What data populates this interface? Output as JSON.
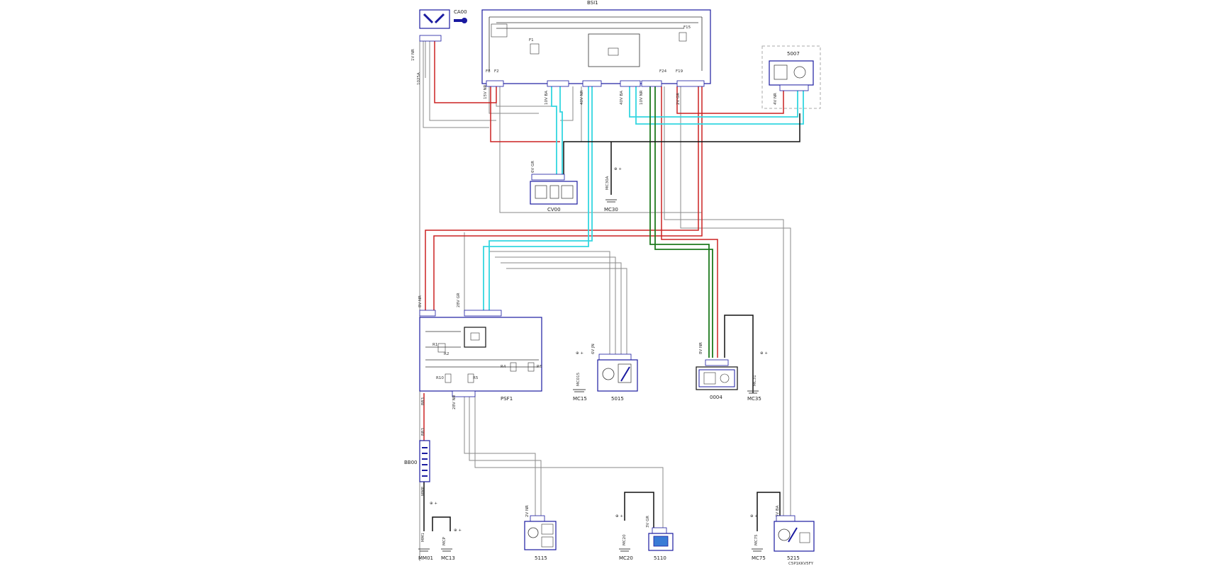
{
  "colors": {
    "frame": "#1a1aa0",
    "wire_gray": "#8a8a8a",
    "wire_red": "#cc2222",
    "wire_cyan": "#33d6e0",
    "wire_green": "#1f7a1f",
    "wire_black": "#111111"
  },
  "components": {
    "bsi": "BSI1",
    "cab": "CA00",
    "c5007": "5007",
    "cv00": "CV00",
    "mc30": "MC30",
    "psf1": "PSF1",
    "c5015": "5015",
    "mc15": "MC15",
    "c0004": "0004",
    "mc35": "MC35",
    "bb00": "BB00",
    "mm01": "MM01",
    "mc13": "MC13",
    "c5115": "5115",
    "mc20": "MC20",
    "c5110": "5110",
    "mc75": "MC75",
    "c5215": "5215"
  },
  "connectors": {
    "ca_conn": "1V NR",
    "ca_pin": "1025A",
    "bsi_a": "15V NR",
    "bsi_b": "10V BA",
    "bsi_c": "40V NR",
    "bsi_d": "40V BA",
    "bsi_e": "10V NR",
    "bsi_f": "2V GR",
    "s5007": "4V NR",
    "cv_conn": "6V GR",
    "psf_a": "8V NR",
    "psf_b": "28V GR",
    "psf_c": "28V NR",
    "s5015": "6V JN",
    "s0004": "8V NR",
    "s5115": "2V NR",
    "s5110": "3V GR",
    "s5215": "6V BA"
  },
  "wires": {
    "bb00_top": "BB3",
    "bb00_bot": "MMP",
    "mm01_w": "MM1",
    "mc13_w": "MCP",
    "psf_bb": "BB3",
    "cv_w": "MC30A",
    "mc15_w": "MC015",
    "mc35_w": "MC31",
    "mc20_w": "MC20",
    "mc75_w": "MC75"
  },
  "fuses": {
    "f1": "F1",
    "f8": "F8",
    "f2": "F2",
    "f24": "F24",
    "f19": "F19",
    "f15": "F15",
    "r1": "R1",
    "r2": "R2",
    "r4": "R4",
    "r5": "R5",
    "r6": "R6",
    "r10": "R10"
  },
  "markers": {
    "plus": "⊕ +"
  },
  "watermark": "C5P1KKV5FY"
}
